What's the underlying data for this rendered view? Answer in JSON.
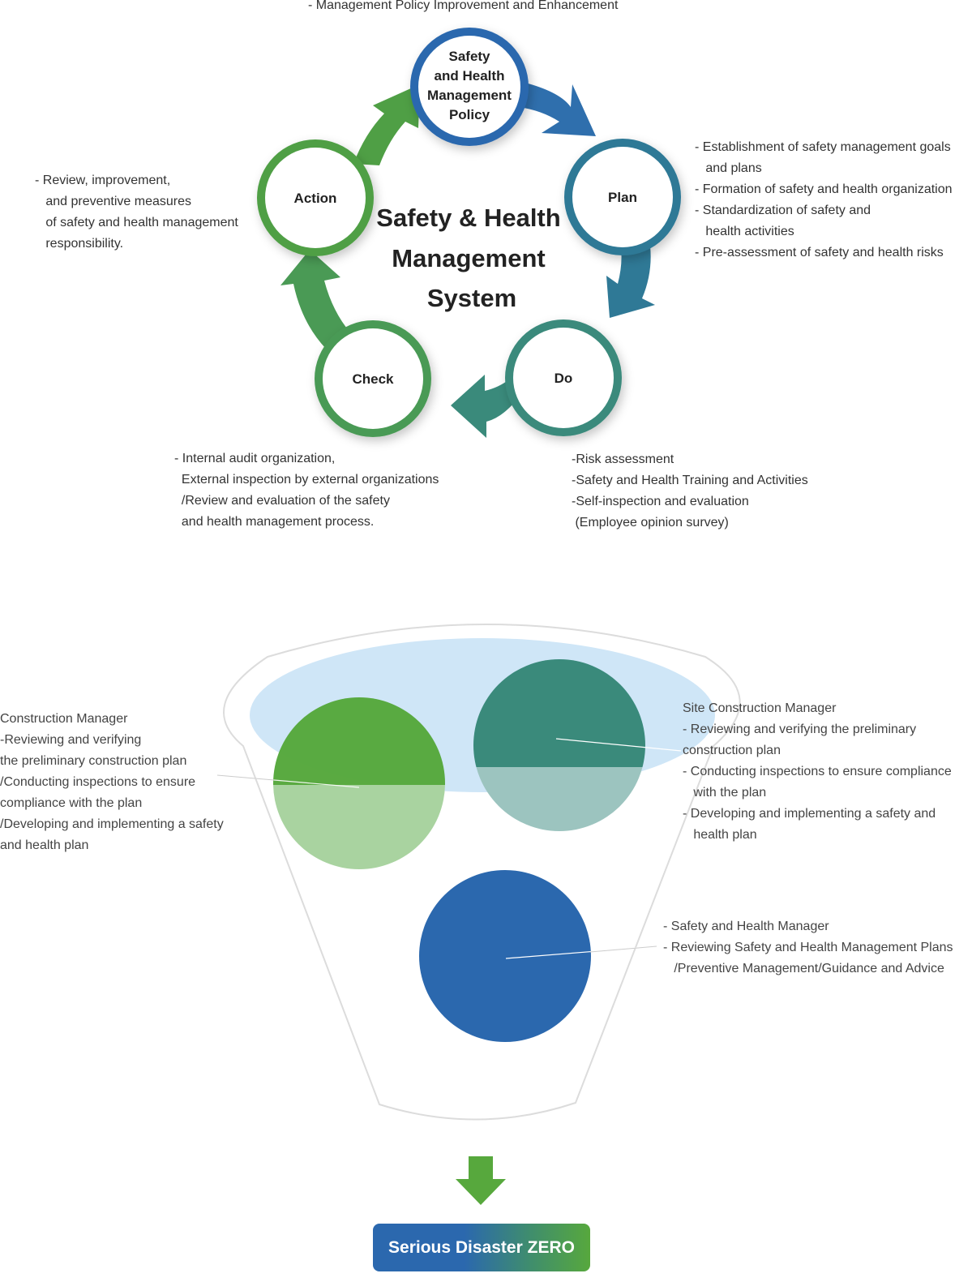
{
  "cycle": {
    "title_lines": [
      "Safety & Health",
      "Management",
      "System"
    ],
    "policy_node": {
      "lines": [
        "Safety",
        "and Health",
        "Management",
        "Policy"
      ]
    },
    "policy_note": "- Management Policy Improvement and Enhancement",
    "nodes": {
      "plan": "Plan",
      "do": "Do",
      "check": "Check",
      "action": "Action"
    },
    "plan_notes": [
      "- Establishment of safety management goals",
      "   and plans",
      "- Formation of safety and health organization",
      "- Standardization of safety and",
      "   health activities",
      "- Pre-assessment of safety and health risks"
    ],
    "do_notes": [
      "-Risk assessment",
      "-Safety and Health Training and Activities",
      "-Self-inspection and evaluation",
      " (Employee opinion survey)"
    ],
    "check_notes": [
      "- Internal audit organization,",
      "  External inspection by external organizations",
      "  /Review and evaluation of the safety",
      "  and health management process."
    ],
    "action_notes": [
      "- Review, improvement,",
      "   and preventive measures",
      "   of safety and health management",
      "   responsibility."
    ]
  },
  "roles": {
    "construction_manager": [
      "Construction Manager",
      "-Reviewing and verifying",
      "the preliminary construction plan",
      "/Conducting inspections to ensure",
      "compliance with the plan",
      "/Developing and implementing a safety",
      "and health plan"
    ],
    "site_construction_manager": [
      "Site Construction Manager",
      "- Reviewing and verifying the preliminary",
      "construction plan",
      "- Conducting inspections to ensure compliance",
      "   with the plan",
      "- Developing and implementing a safety and",
      "   health plan"
    ],
    "safety_health_manager": [
      "- Safety and Health Manager",
      "- Reviewing Safety and Health Management Plans",
      "   /Preventive Management/Guidance and Advice"
    ]
  },
  "result": {
    "label": "Serious Disaster ZERO"
  },
  "colors": {
    "blue": "#2b68ae",
    "teal_blue": "#2f7996",
    "teal": "#3a8a7b",
    "green": "#4f9f45",
    "bright_green": "#57a83d",
    "light_green": "#a9d3a0",
    "light_teal": "#9cc4bf",
    "light_blue": "#cfe6f7"
  }
}
